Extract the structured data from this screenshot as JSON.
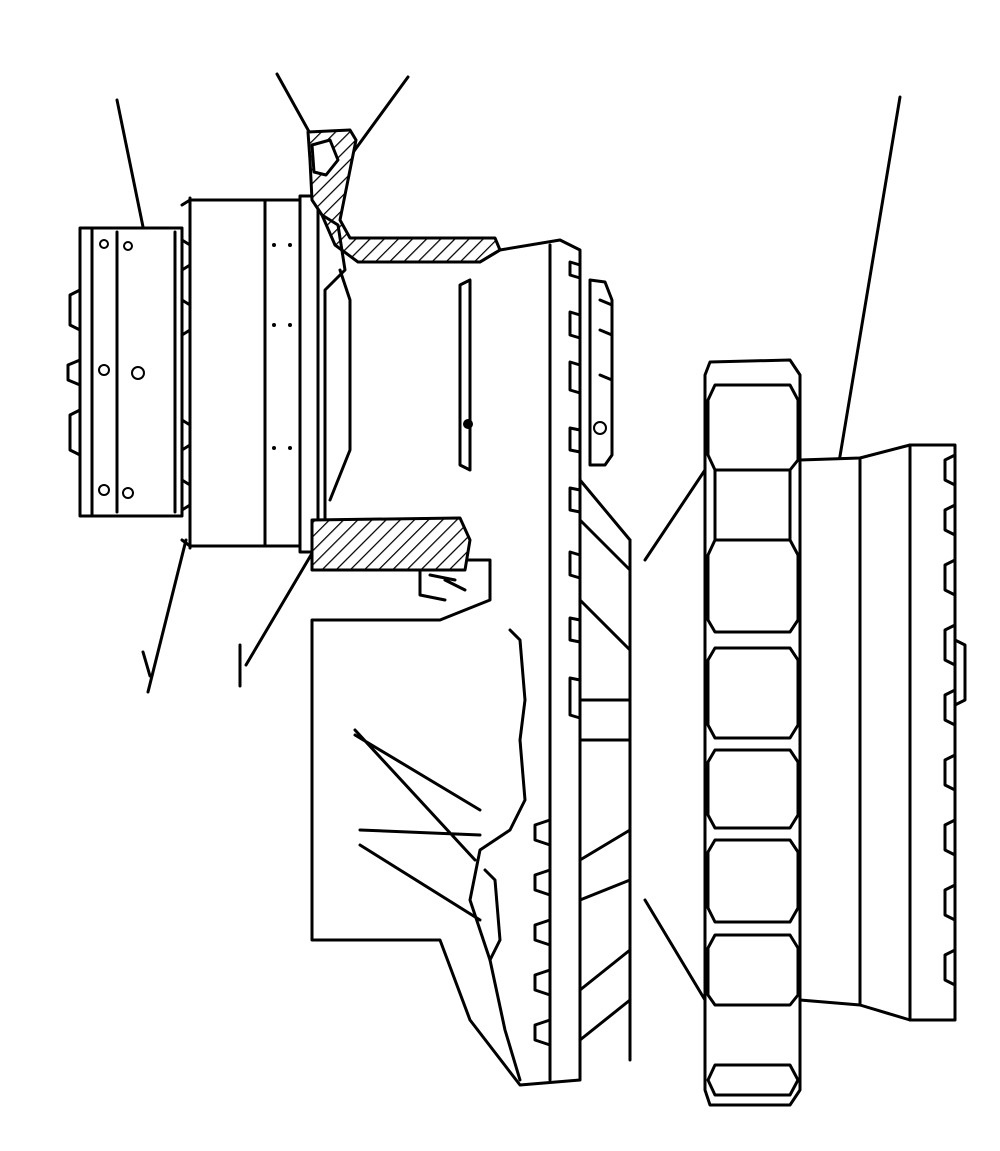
{
  "drawing": {
    "description_visible_text": "",
    "colors": {
      "line": "#000000",
      "background": "#ffffff"
    },
    "leader_lines": [
      {
        "id": "leader-1"
      },
      {
        "id": "leader-2"
      },
      {
        "id": "leader-3"
      },
      {
        "id": "leader-4"
      },
      {
        "id": "leader-5"
      },
      {
        "id": "leader-6"
      }
    ]
  }
}
